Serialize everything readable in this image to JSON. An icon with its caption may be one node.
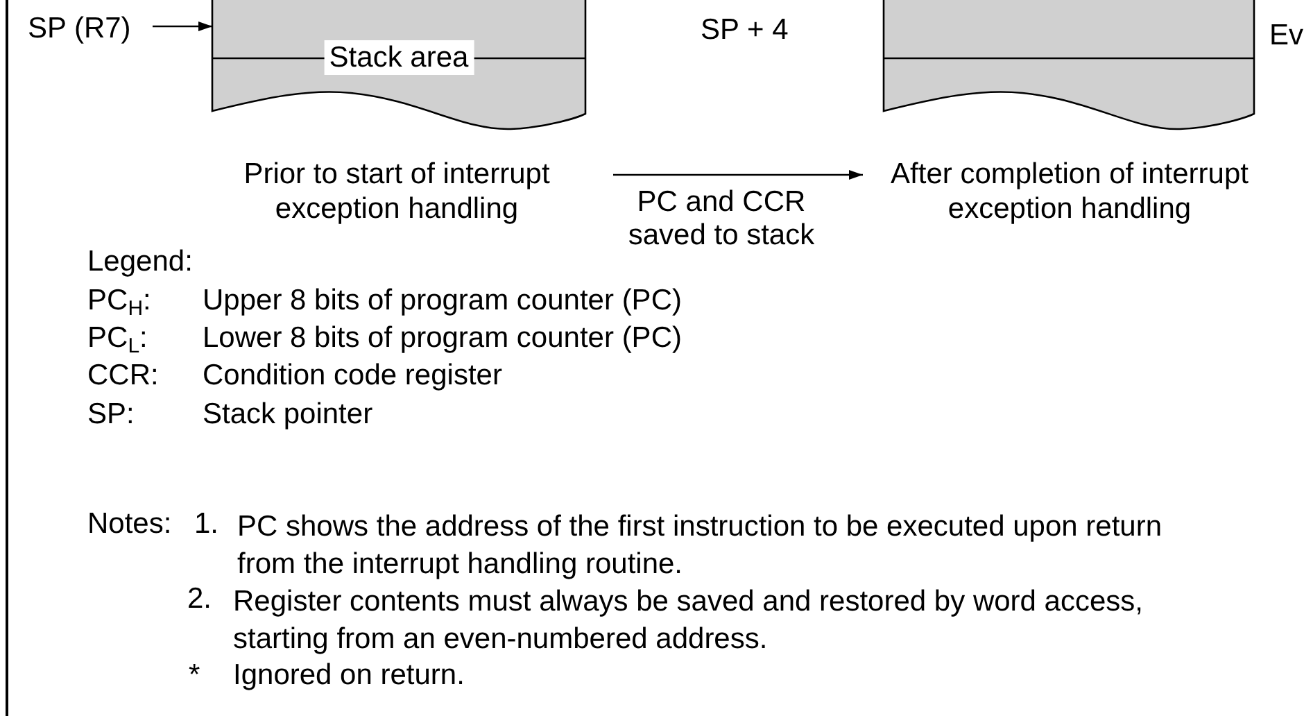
{
  "diagram": {
    "nodes": [
      {
        "text": [
          "SP (R7)"
        ]
      },
      {
        "text": [
          "Stack area"
        ]
      },
      {
        "text": [],
        "shape": "box",
        "beside": [
          "Ev"
        ]
      },
      {
        "text": [
          "Prior to start of interrupt exception handling"
        ]
      },
      {
        "text": [
          "After completion of interrupt exception handling"
        ]
      }
    ],
    "edges": [
      {
        "from": 0,
        "to": 1,
        "arrow": "to"
      },
      {
        "from": 3,
        "to": 4,
        "arrow": "to",
        "label": "PC and CCR saved to stack"
      }
    ],
    "labels": [
      "SP + 4",
      "Legend:",
      "PC$_{H}$:",
      "Upper 8 bits of program counter (PC)",
      "PC$_{L}$:",
      "Lower 8 bits of program counter (PC)",
      "CCR:",
      "Condition code register",
      "SP:",
      "Stack pointer",
      "Notes:",
      "1.",
      "PC shows the address of the first instruction to be executed upon return from the interrupt handling routine.",
      "2.",
      "Register contents must always be saved and restored by word access, starting from an even-numbered address.",
      "*",
      "Ignored on return."
    ]
  }
}
